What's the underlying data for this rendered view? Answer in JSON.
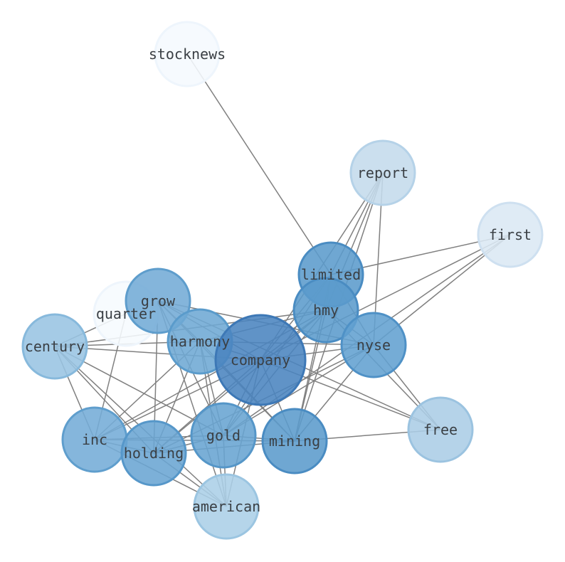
{
  "graph": {
    "nodes": [
      {
        "id": "stocknews",
        "label": "stocknews",
        "color": "#f5f9fe",
        "border": "#eef5fc",
        "weight": 1
      },
      {
        "id": "report",
        "label": "report",
        "color": "#c4dbec",
        "border": "#b5d2e8",
        "weight": 2
      },
      {
        "id": "first",
        "label": "first",
        "color": "#dbe8f4",
        "border": "#cee0f0",
        "weight": 2
      },
      {
        "id": "limited",
        "label": "limited",
        "color": "#5b9bcc",
        "border": "#4a8cc2",
        "weight": 8
      },
      {
        "id": "quarter",
        "label": "quarter",
        "color": "#f6fafe",
        "border": "#eef5fc",
        "weight": 1
      },
      {
        "id": "grow",
        "label": "grow",
        "color": "#73abd6",
        "border": "#5e9dcc",
        "weight": 6
      },
      {
        "id": "hmy",
        "label": "hmy",
        "color": "#5b9bcc",
        "border": "#4a8cc2",
        "weight": 8
      },
      {
        "id": "harmony",
        "label": "harmony",
        "color": "#6ea8d4",
        "border": "#5a9bcb",
        "weight": 7
      },
      {
        "id": "century",
        "label": "century",
        "color": "#99c4e2",
        "border": "#87b9dc",
        "weight": 4
      },
      {
        "id": "nyse",
        "label": "nyse",
        "color": "#62a0d0",
        "border": "#4f91c6",
        "weight": 8
      },
      {
        "id": "company",
        "label": "company",
        "color": "#4a84bf",
        "border": "#3d78b6",
        "weight": 12
      },
      {
        "id": "gold",
        "label": "gold",
        "color": "#68a4d2",
        "border": "#5596c8",
        "weight": 8
      },
      {
        "id": "mining",
        "label": "mining",
        "color": "#5b9bcc",
        "border": "#4a8cc2",
        "weight": 8
      },
      {
        "id": "inc",
        "label": "inc",
        "color": "#74acd7",
        "border": "#5f9ecd",
        "weight": 6
      },
      {
        "id": "holding",
        "label": "holding",
        "color": "#6aa5d3",
        "border": "#5697c9",
        "weight": 7
      },
      {
        "id": "free",
        "label": "free",
        "color": "#abcde6",
        "border": "#9bc3e0",
        "weight": 3
      },
      {
        "id": "american",
        "label": "american",
        "color": "#abcfe7",
        "border": "#9bc5e1",
        "weight": 3
      }
    ],
    "edges": [
      [
        "stocknews",
        "limited"
      ],
      [
        "report",
        "limited"
      ],
      [
        "report",
        "hmy"
      ],
      [
        "report",
        "nyse"
      ],
      [
        "report",
        "company"
      ],
      [
        "report",
        "mining"
      ],
      [
        "first",
        "limited"
      ],
      [
        "first",
        "nyse"
      ],
      [
        "first",
        "company"
      ],
      [
        "first",
        "gold"
      ],
      [
        "grow",
        "harmony"
      ],
      [
        "grow",
        "company"
      ],
      [
        "grow",
        "nyse"
      ],
      [
        "grow",
        "holding"
      ],
      [
        "grow",
        "gold"
      ],
      [
        "grow",
        "mining"
      ],
      [
        "grow",
        "american"
      ],
      [
        "grow",
        "free"
      ],
      [
        "quarter",
        "inc"
      ],
      [
        "quarter",
        "century"
      ],
      [
        "harmony",
        "hmy"
      ],
      [
        "harmony",
        "nyse"
      ],
      [
        "harmony",
        "company"
      ],
      [
        "harmony",
        "gold"
      ],
      [
        "harmony",
        "inc"
      ],
      [
        "harmony",
        "holding"
      ],
      [
        "harmony",
        "mining"
      ],
      [
        "harmony",
        "century"
      ],
      [
        "harmony",
        "american"
      ],
      [
        "century",
        "hmy"
      ],
      [
        "century",
        "company"
      ],
      [
        "century",
        "inc"
      ],
      [
        "century",
        "holding"
      ],
      [
        "century",
        "american"
      ],
      [
        "century",
        "gold"
      ],
      [
        "limited",
        "hmy"
      ],
      [
        "limited",
        "company"
      ],
      [
        "limited",
        "mining"
      ],
      [
        "limited",
        "nyse"
      ],
      [
        "limited",
        "gold"
      ],
      [
        "hmy",
        "nyse"
      ],
      [
        "hmy",
        "company"
      ],
      [
        "hmy",
        "gold"
      ],
      [
        "hmy",
        "mining"
      ],
      [
        "hmy",
        "holding"
      ],
      [
        "hmy",
        "free"
      ],
      [
        "hmy",
        "inc"
      ],
      [
        "nyse",
        "company"
      ],
      [
        "nyse",
        "mining"
      ],
      [
        "nyse",
        "gold"
      ],
      [
        "nyse",
        "free"
      ],
      [
        "nyse",
        "holding"
      ],
      [
        "company",
        "gold"
      ],
      [
        "company",
        "mining"
      ],
      [
        "company",
        "inc"
      ],
      [
        "company",
        "holding"
      ],
      [
        "company",
        "free"
      ],
      [
        "company",
        "american"
      ],
      [
        "gold",
        "mining"
      ],
      [
        "gold",
        "inc"
      ],
      [
        "gold",
        "holding"
      ],
      [
        "gold",
        "american"
      ],
      [
        "mining",
        "holding"
      ],
      [
        "mining",
        "free"
      ],
      [
        "mining",
        "inc"
      ],
      [
        "inc",
        "holding"
      ],
      [
        "inc",
        "american"
      ],
      [
        "holding",
        "american"
      ]
    ]
  }
}
